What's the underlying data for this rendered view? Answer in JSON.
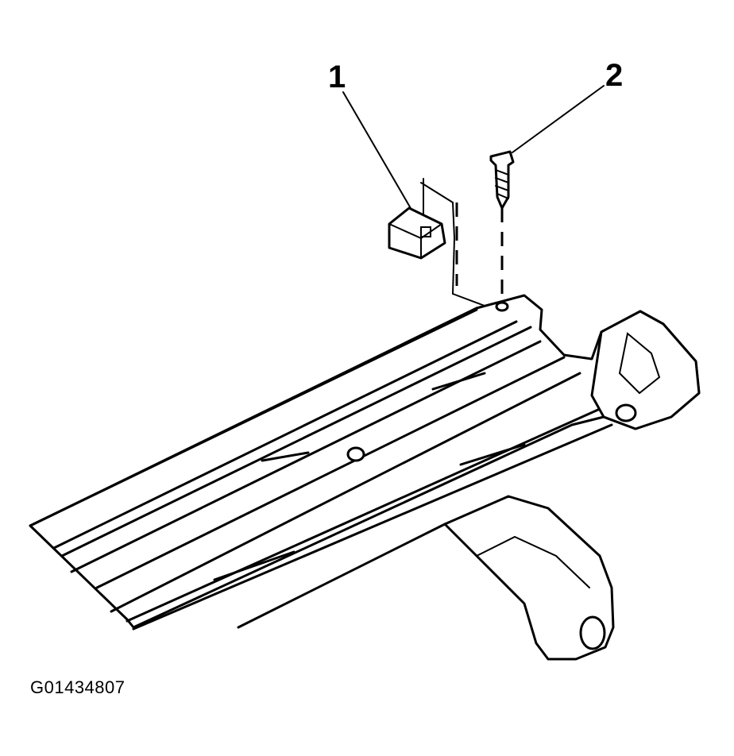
{
  "callouts": [
    {
      "number": "1"
    },
    {
      "number": "2"
    }
  ],
  "figure_id": "G01434807"
}
